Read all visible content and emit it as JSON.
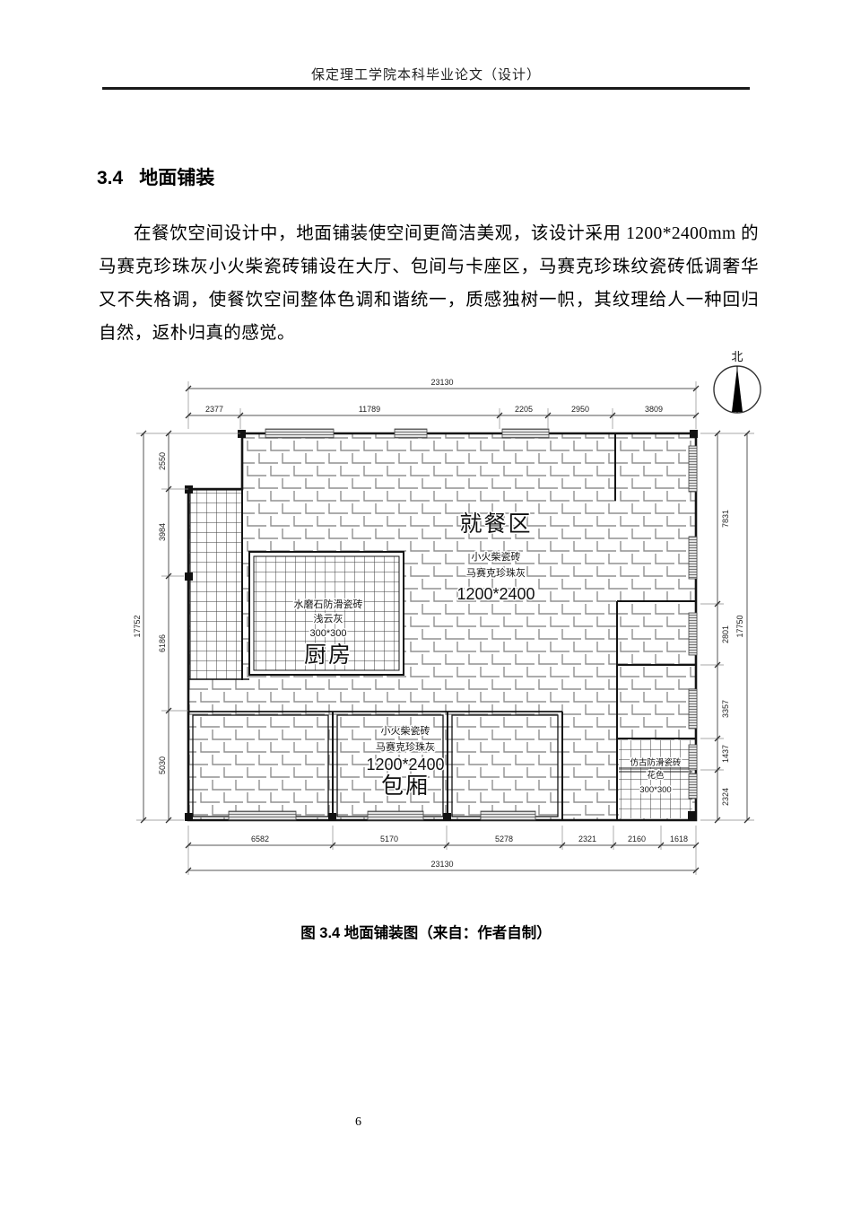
{
  "page": {
    "header_title": "保定理工学院本科毕业论文（设计）",
    "page_number": "6"
  },
  "section": {
    "number": "3.4",
    "title": "地面铺装",
    "paragraph": "在餐饮空间设计中，地面铺装使空间更简洁美观，该设计采用 1200*2400mm 的马赛克珍珠灰小火柴瓷砖铺设在大厅、包间与卡座区，马赛克珍珠纹瓷砖低调奢华又不失格调，使餐饮空间整体色调和谐统一，质感独树一帜，其纹理给人一种回归自然，返朴归真的感觉。"
  },
  "figure": {
    "caption": "图 3.4 地面铺装图（来自：作者自制）",
    "north_label": "北",
    "rooms": {
      "dining": {
        "name": "就餐区",
        "tile_line1": "小火柴瓷砖",
        "tile_line2": "马赛克珍珠灰",
        "tile_size": "1200*2400"
      },
      "kitchen": {
        "name": "厨房",
        "tile_line1": "水磨石防滑瓷砖",
        "tile_line2": "浅云灰",
        "tile_size": "300*300"
      },
      "private": {
        "name": "包厢",
        "tile_line1": "小火柴瓷砖",
        "tile_line2": "马赛克珍珠灰",
        "tile_size": "1200*2400"
      },
      "antique": {
        "tile_line1": "仿古防滑瓷砖",
        "tile_line2": "花色",
        "tile_size": "300*300"
      }
    },
    "dimensions": {
      "top_total": "23130",
      "top_segments": [
        "2377",
        "11789",
        "2205",
        "2950",
        "3809"
      ],
      "bottom_total": "23130",
      "bottom_segments": [
        "6582",
        "5170",
        "5278",
        "2321",
        "2160",
        "1618"
      ],
      "left_total": "17752",
      "left_segments": [
        "2550",
        "3984",
        "6186",
        "5030"
      ],
      "right_total": "17750",
      "right_segments": [
        "7831",
        "2801",
        "3357",
        "1437",
        "2324"
      ]
    },
    "colors": {
      "wall": "#141414",
      "brick_line": "#909090",
      "grid_line": "#3c3c3c",
      "dim_line": "#555555"
    }
  }
}
